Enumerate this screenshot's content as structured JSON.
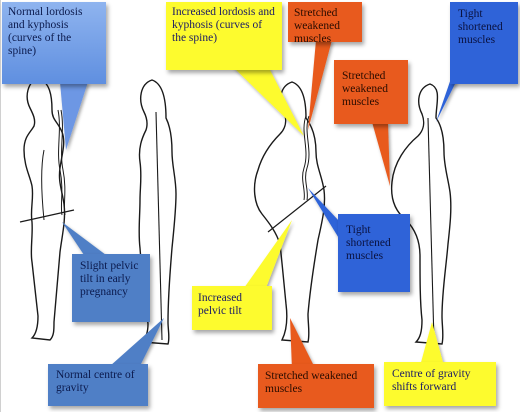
{
  "colors": {
    "blue_light": "#7aa3ea",
    "blue": "#2f63d8",
    "yellow": "#fdfb2e",
    "orange": "#e85a1e",
    "outline": "#1a1a1a"
  },
  "labels": {
    "normal_curves": "Normal lordosis and kyphosis (curves of the spine)",
    "pelvic_tilt_early": "Slight pelvic tilt in early pregnancy",
    "normal_gravity": "Normal centre of gravity",
    "increased_curves": "Increased lordosis and kyphosis (curves of the spine)",
    "increased_tilt": "Increased pelvic tilt",
    "stretched_top": "Stretched weakened muscles",
    "tight_middle": "Tight shortened muscles",
    "stretched_bottom": "Stretched weakened muscles",
    "stretched_right": "Stretched weakened muscles",
    "tight_right": "Tight shortened muscles",
    "gravity_forward": "Centre of gravity shifts forward"
  }
}
